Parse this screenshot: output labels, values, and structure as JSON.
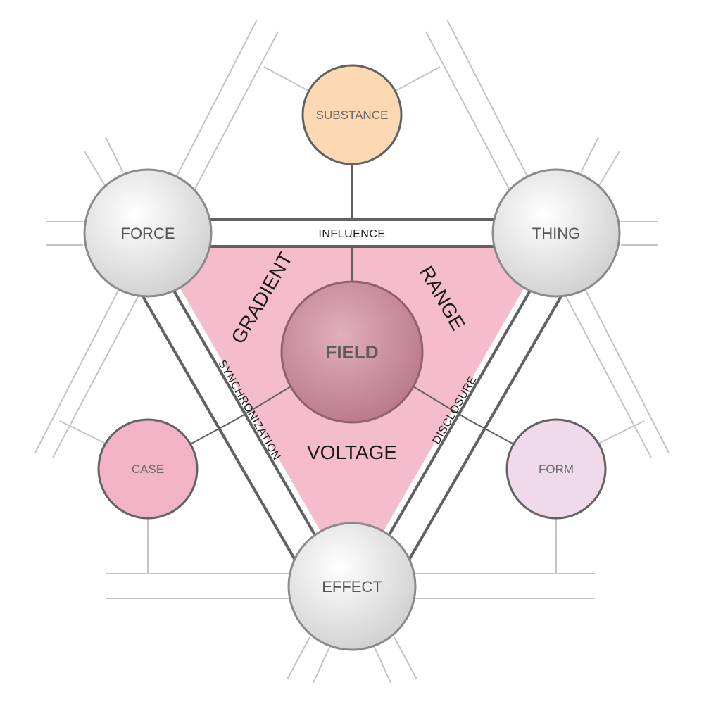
{
  "colors": {
    "triangle_fill": "#f5bccb",
    "field_fill": "#c98a9c",
    "substance_fill": "#fcd9b3",
    "case_fill": "#f3b3c6",
    "form_fill": "#efd9ea",
    "gray_node_fill": "#e6e6e6",
    "stroke": "#616161",
    "guide_lines": "#c4c4c4"
  },
  "nodes": {
    "force": "FORCE",
    "thing": "THING",
    "effect": "EFFECT",
    "substance": "SUBSTANCE",
    "case": "CASE",
    "form": "FORM",
    "field": "FIELD"
  },
  "bands": {
    "top": "INFLUENCE",
    "left": "SYNCHRONIZATION",
    "right": "DISCLOSURE"
  },
  "sectors": {
    "left": "GRADIENT",
    "right": "RANGE",
    "bottom": "VOLTAGE"
  }
}
